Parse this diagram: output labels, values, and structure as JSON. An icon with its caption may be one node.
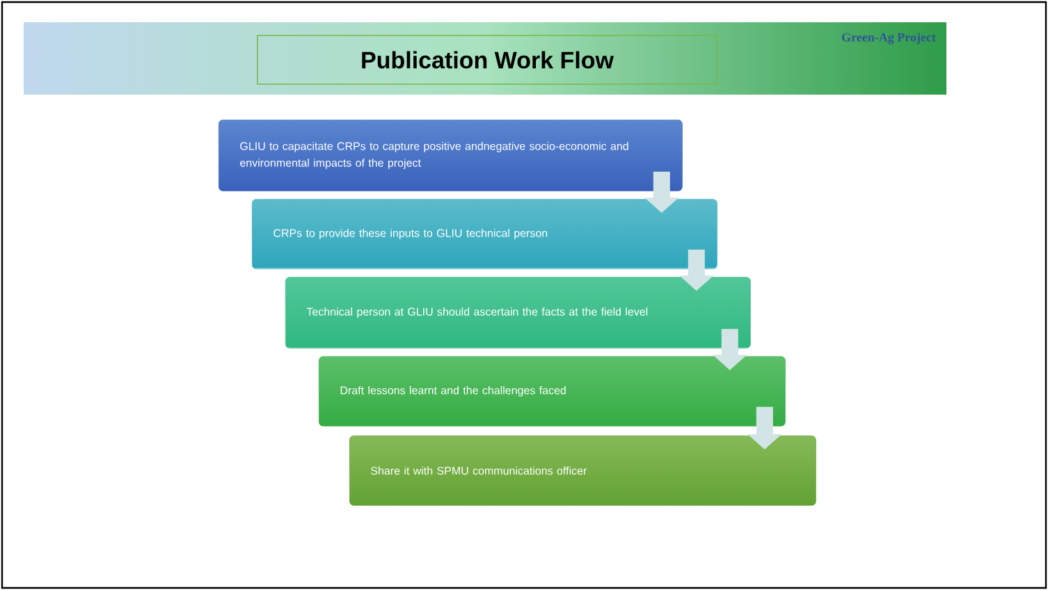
{
  "diagram": {
    "title": "Publication Work Flow",
    "nodes": [
      {
        "text": [
          "GLIU to capacitate CRPs to capture positive andnegative socio-economic and environmental impacts of the project"
        ]
      },
      {
        "text": [
          "CRPs to provide these inputs to GLIU technical person"
        ]
      },
      {
        "text": [
          "Technical person at GLIU should ascertain the facts at the field level"
        ]
      },
      {
        "text": [
          "Draft lessons learnt and the challenges faced"
        ]
      },
      {
        "text": [
          "Share it with SPMU communications officer"
        ]
      }
    ],
    "edges": [
      {
        "from": 0,
        "to": 1,
        "arrow": "to"
      },
      {
        "from": 1,
        "to": 2,
        "arrow": "to"
      },
      {
        "from": 2,
        "to": 3,
        "arrow": "to"
      },
      {
        "from": 3,
        "to": 4,
        "arrow": "to"
      }
    ],
    "labels": [
      "Green-Ag Project"
    ]
  }
}
